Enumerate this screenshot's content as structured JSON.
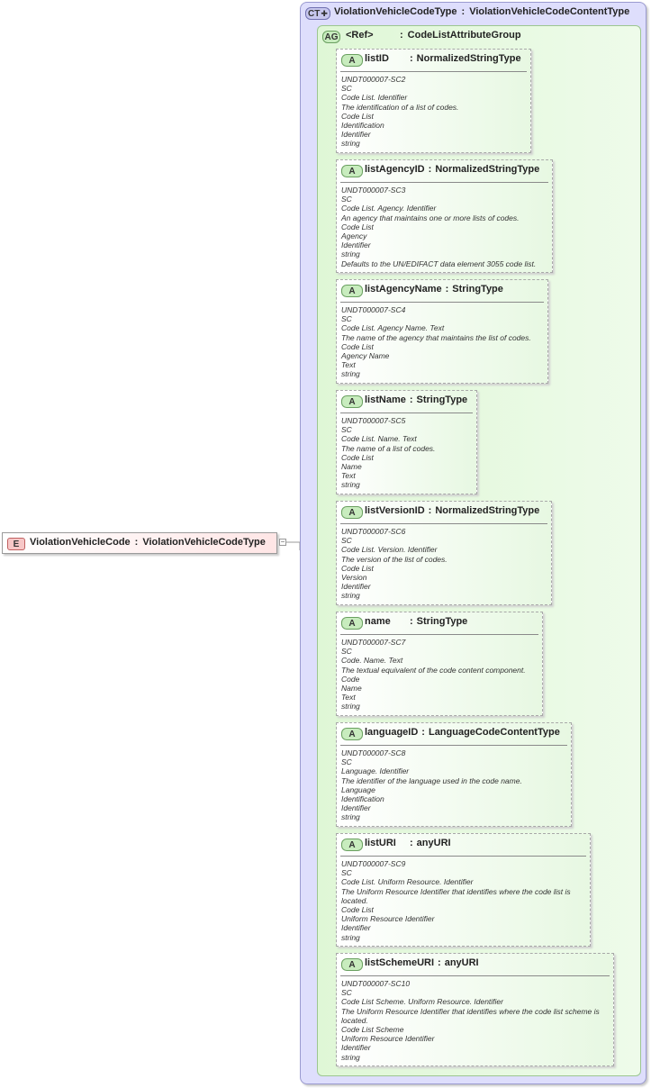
{
  "element": {
    "badge": "E",
    "name": "ViolationVehicleCode",
    "type": "ViolationVehicleCodeType",
    "separator": ":"
  },
  "complex_type": {
    "badge": "CT",
    "name": "ViolationVehicleCodeType",
    "content_type": "ViolationVehicleCodeContentType"
  },
  "attribute_group": {
    "badge": "AG",
    "ref": "<Ref>",
    "name": "CodeListAttributeGroup"
  },
  "attributes": [
    {
      "badge": "A",
      "name": "listID",
      "type": "NormalizedStringType",
      "doc": [
        "UNDT000007-SC2",
        "SC",
        "Code List. Identifier",
        "The identification of a list of codes.",
        "Code List",
        "Identification",
        "Identifier",
        "string"
      ]
    },
    {
      "badge": "A",
      "name": "listAgencyID",
      "type": "NormalizedStringType",
      "doc": [
        "UNDT000007-SC3",
        "SC",
        "Code List. Agency. Identifier",
        "An agency that maintains one or more lists of codes.",
        "Code List",
        "Agency",
        "Identifier",
        "string",
        "Defaults to the UN/EDIFACT data element 3055 code list."
      ]
    },
    {
      "badge": "A",
      "name": "listAgencyName",
      "type": "StringType",
      "doc": [
        "UNDT000007-SC4",
        "SC",
        "Code List. Agency Name. Text",
        "The name of the agency that maintains the list of codes.",
        "Code List",
        "Agency Name",
        "Text",
        "string"
      ]
    },
    {
      "badge": "A",
      "name": "listName",
      "type": "StringType",
      "doc": [
        "UNDT000007-SC5",
        "SC",
        "Code List. Name. Text",
        "The name of a list of codes.",
        "Code List",
        "Name",
        "Text",
        "string"
      ]
    },
    {
      "badge": "A",
      "name": "listVersionID",
      "type": "NormalizedStringType",
      "doc": [
        "UNDT000007-SC6",
        "SC",
        "Code List. Version. Identifier",
        "The version of the list of codes.",
        "Code List",
        "Version",
        "Identifier",
        "string"
      ]
    },
    {
      "badge": "A",
      "name": "name",
      "type": "StringType",
      "doc": [
        "UNDT000007-SC7",
        "SC",
        "Code. Name. Text",
        "The textual equivalent of the code content component.",
        "Code",
        "Name",
        "Text",
        "string"
      ]
    },
    {
      "badge": "A",
      "name": "languageID",
      "type": "LanguageCodeContentType",
      "doc": [
        "UNDT000007-SC8",
        "SC",
        "Language. Identifier",
        "The identifier of the language used in the code name.",
        "Language",
        "Identification",
        "Identifier",
        "string"
      ]
    },
    {
      "badge": "A",
      "name": "listURI",
      "type": "anyURI",
      "doc": [
        "UNDT000007-SC9",
        "SC",
        "Code List. Uniform Resource. Identifier",
        "The Uniform Resource Identifier that identifies where the code list is located.",
        "Code List",
        "Uniform Resource Identifier",
        "Identifier",
        "string"
      ]
    },
    {
      "badge": "A",
      "name": "listSchemeURI",
      "type": "anyURI",
      "doc": [
        "UNDT000007-SC10",
        "SC",
        "Code List Scheme. Uniform Resource. Identifier",
        "The Uniform Resource Identifier that identifies where the code list scheme is located.",
        "Code List Scheme",
        "Uniform Resource Identifier",
        "Identifier",
        "string"
      ]
    }
  ]
}
